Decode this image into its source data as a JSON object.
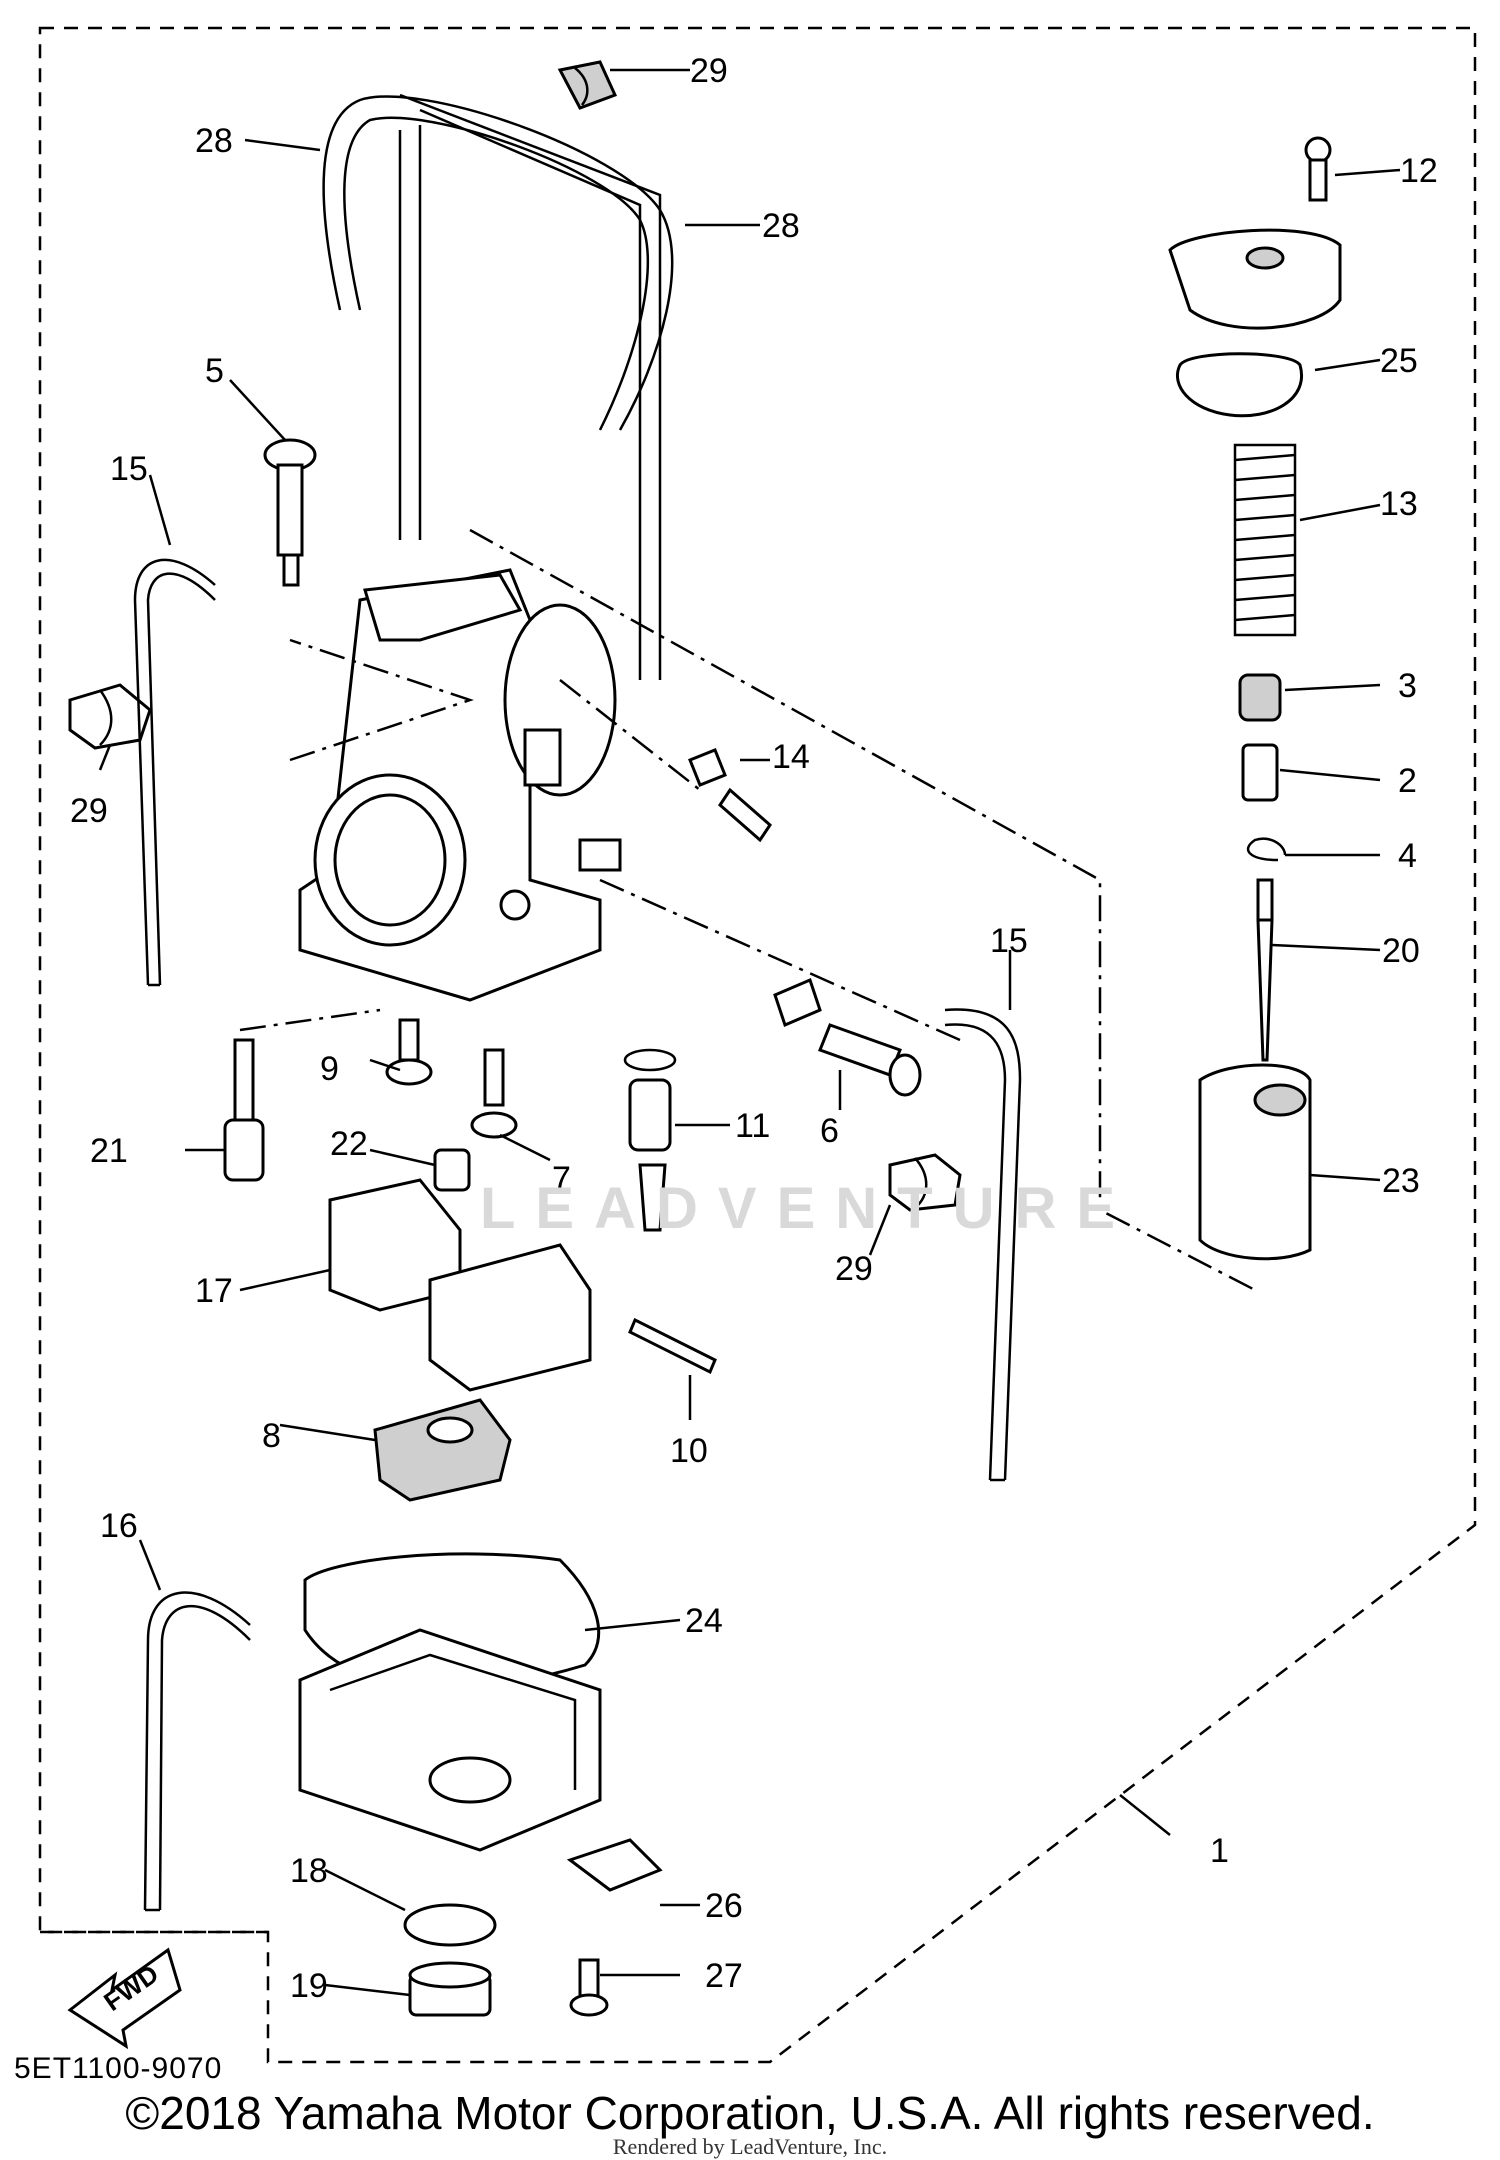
{
  "diagram": {
    "drawing_code": "5ET1100-9070",
    "copyright": "©2018 Yamaha Motor Corporation, U.S.A. All rights reserved.",
    "rendered_by": "Rendered by LeadVenture, Inc.",
    "watermark": "LEADVENTURE",
    "fwd_label": "FWD",
    "callouts": {
      "c1": "1",
      "c2": "2",
      "c3": "3",
      "c4": "4",
      "c5": "5",
      "c6": "6",
      "c7": "7",
      "c8": "8",
      "c9": "9",
      "c10": "10",
      "c11": "11",
      "c12": "12",
      "c13": "13",
      "c14": "14",
      "c15a": "15",
      "c15b": "15",
      "c16": "16",
      "c17": "17",
      "c18": "18",
      "c19": "19",
      "c20": "20",
      "c21": "21",
      "c22": "22",
      "c23": "23",
      "c24": "24",
      "c25": "25",
      "c26": "26",
      "c27": "27",
      "c28a": "28",
      "c28b": "28",
      "c29a": "29",
      "c29b": "29",
      "c29c": "29"
    }
  }
}
